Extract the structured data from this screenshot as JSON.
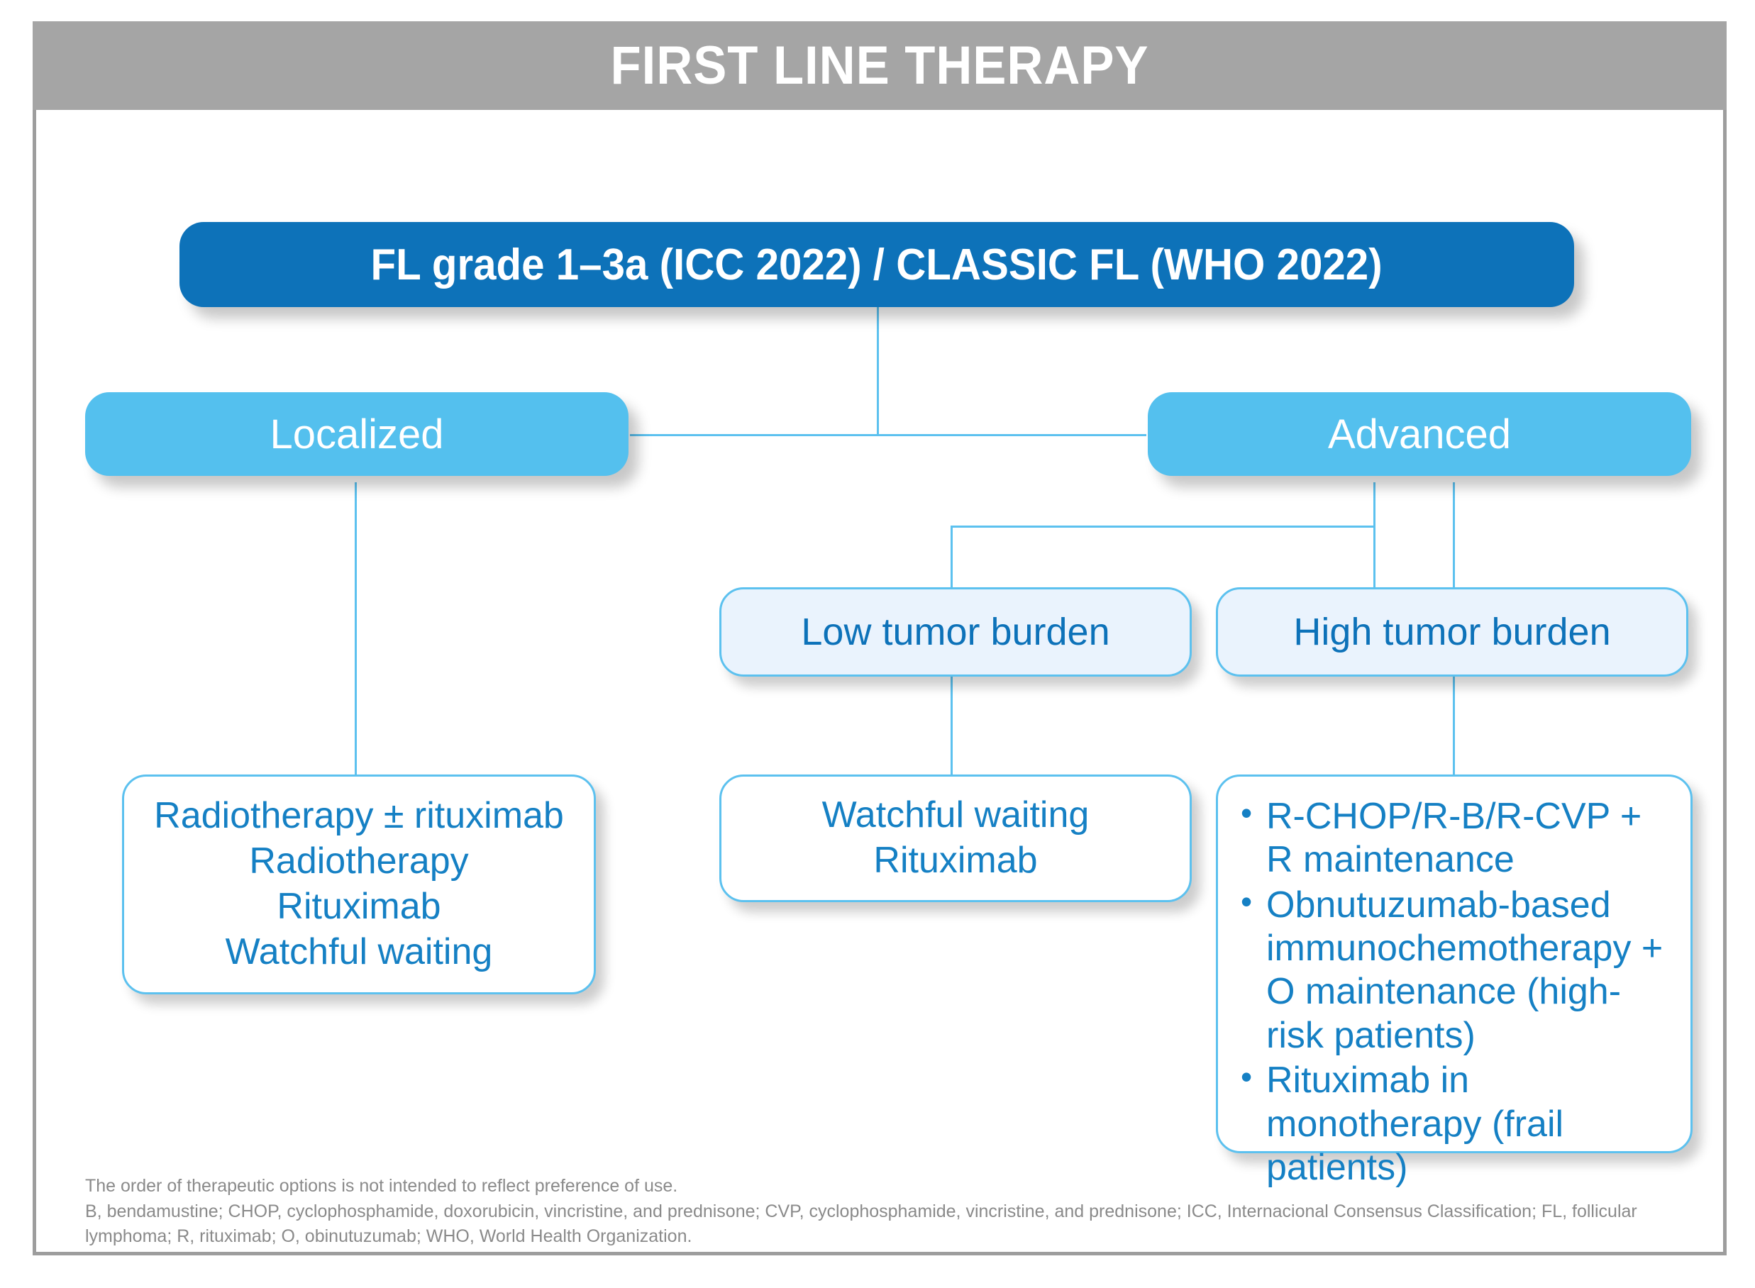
{
  "header": {
    "title": "FIRST LINE THERAPY"
  },
  "colors": {
    "header_bar": "#a5a5a5",
    "frame_border": "#9d9d9d",
    "root_box": "#0d72b9",
    "branch_box": "#54c0ee",
    "sub_box_fill": "#eaf3fd",
    "box_border": "#5cc1ef",
    "connector": "#5cc1ef",
    "text_blue": "#1580c4",
    "footnote_text": "#8a8a8a"
  },
  "flowchart": {
    "root": {
      "label": "FL grade 1–3a (ICC 2022) / CLASSIC FL (WHO 2022)"
    },
    "branches": [
      {
        "id": "localized",
        "label": "Localized"
      },
      {
        "id": "advanced",
        "label": "Advanced"
      }
    ],
    "subnodes": [
      {
        "id": "low-tumor-burden",
        "label": "Low tumor burden"
      },
      {
        "id": "high-tumor-burden",
        "label": "High tumor burden"
      }
    ],
    "leaves": {
      "localized_options": [
        "Radiotherapy ± rituximab",
        "Radiotherapy",
        "Rituximab",
        "Watchful waiting"
      ],
      "low_burden_options": [
        "Watchful waiting",
        "Rituximab"
      ],
      "high_burden_options": [
        "R-CHOP/R-B/R-CVP + R maintenance",
        "Obnutuzumab-based immunochemotherapy + O maintenance (high-risk patients)",
        "Rituximab in monotherapy (frail patients)"
      ]
    }
  },
  "footnote": {
    "line1": "The order of therapeutic options is not intended to reflect preference of use.",
    "line2": "B, bendamustine; CHOP, cyclophosphamide, doxorubicin, vincristine, and prednisone; CVP, cyclophosphamide, vincristine, and prednisone; ICC, Internacional Consensus Classification; FL, follicular",
    "line3": "lymphoma; R, rituximab; O, obinutuzumab; WHO, World Health Organization."
  }
}
